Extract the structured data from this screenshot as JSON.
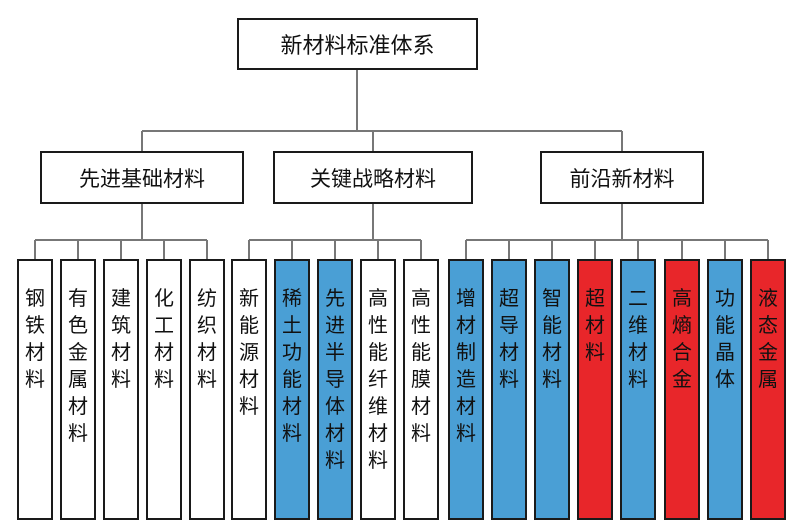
{
  "diagram": {
    "root": "新材料标准体系",
    "categories": [
      {
        "label": "先进基础材料",
        "children": [
          {
            "label": "钢铁材料",
            "color": "white"
          },
          {
            "label": "有色金属材料",
            "color": "white"
          },
          {
            "label": "建筑材料",
            "color": "white"
          },
          {
            "label": "化工材料",
            "color": "white"
          },
          {
            "label": "纺织材料",
            "color": "white"
          }
        ]
      },
      {
        "label": "关键战略材料",
        "children": [
          {
            "label": "新能源材料",
            "color": "white"
          },
          {
            "label": "稀土功能材料",
            "color": "blue"
          },
          {
            "label": "先进半导体材料",
            "color": "blue"
          },
          {
            "label": "高性能纤维材料",
            "color": "white"
          },
          {
            "label": "高性能膜材料",
            "color": "white"
          }
        ]
      },
      {
        "label": "前沿新材料",
        "children": [
          {
            "label": "增材制造材料",
            "color": "blue"
          },
          {
            "label": "超导材料",
            "color": "blue"
          },
          {
            "label": "智能材料",
            "color": "blue"
          },
          {
            "label": "超材料",
            "color": "red"
          },
          {
            "label": "二维材料",
            "color": "blue"
          },
          {
            "label": "高熵合金",
            "color": "red"
          },
          {
            "label": "功能晶体",
            "color": "blue"
          },
          {
            "label": "液态金属",
            "color": "red"
          }
        ]
      }
    ]
  },
  "colors": {
    "white": "#ffffff",
    "blue": "#4a9fd5",
    "red": "#e8262a",
    "line": "#777777",
    "border": "#1a1a1a"
  }
}
